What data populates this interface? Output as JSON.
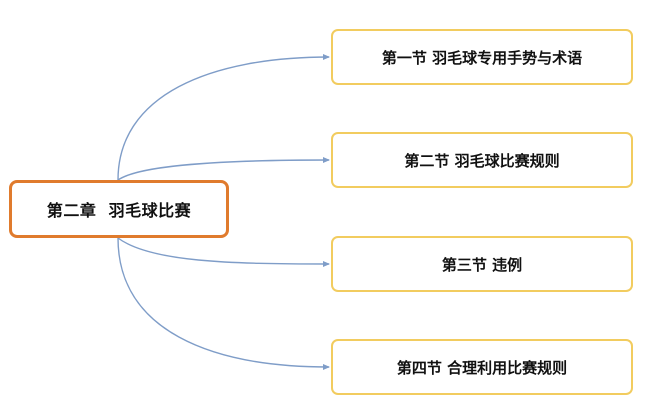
{
  "root": {
    "label": "第二章  羽毛球比赛"
  },
  "children": [
    {
      "label": "第一节 羽毛球专用手势与术语"
    },
    {
      "label": "第二节 羽毛球比赛规则"
    },
    {
      "label": "第三节 违例"
    },
    {
      "label": "第四节 合理利用比赛规则"
    }
  ],
  "colors": {
    "root_border": "#e07b2d",
    "child_border": "#f2cc5f",
    "connector": "#7f9dc8"
  }
}
